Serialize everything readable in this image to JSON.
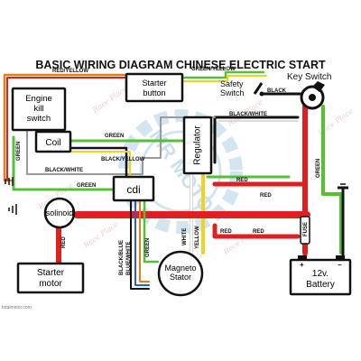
{
  "title": "BASIC WIRING DIAGRAM CHINESE ELECTRIC START",
  "components": {
    "starter_button": "Starter button",
    "key_switch": "Key Switch",
    "safety_switch": "Safety Switch",
    "engine_kill_switch": "Engine kill switch",
    "coil": "Coil",
    "regulator": "Regulator",
    "cdi": "cdi",
    "solenoid": "solinoid",
    "starter_motor": "Starter motor",
    "magneto_stator": "Magneto Stator",
    "fuse": "FUSE",
    "battery": "12v. Battery"
  },
  "wire_labels": {
    "red_yellow": "RED/YELLOW",
    "green_yellow": "GREEN/YELLOW",
    "black": "BLACK",
    "black_white_top": "BLACK/WHITE",
    "green_coil": "GREEN",
    "black_yellow": "BLACK/YELLOW",
    "green_left": "GREEN",
    "black_white_left": "BLACK/WHITE",
    "green_cdi": "GREEN",
    "red_right": "RED",
    "red_solenoid": "RED",
    "red_regulator": "RED",
    "green_right": "GREEN",
    "red_bottom": "RED",
    "black_blue": "BLACK/BLUE",
    "blue_white": "BLUE/WHITE",
    "green_stator": "GREEN",
    "white": "WHITE",
    "yellow": "YELLOW",
    "red_lower": "RED",
    "red_fuse": "RED"
  },
  "wire_colors": {
    "red": "#e02020",
    "green": "#55c033",
    "black": "#111111",
    "yellow": "#f1d21f",
    "white": "#ffffff",
    "blue": "#2a5dd6",
    "orange": "#e87b1b",
    "gray": "#9a9a9a"
  },
  "watermark": {
    "logo_text": "MR MOTO",
    "brand": "Race Place"
  },
  "credit": "totalmotor.com"
}
